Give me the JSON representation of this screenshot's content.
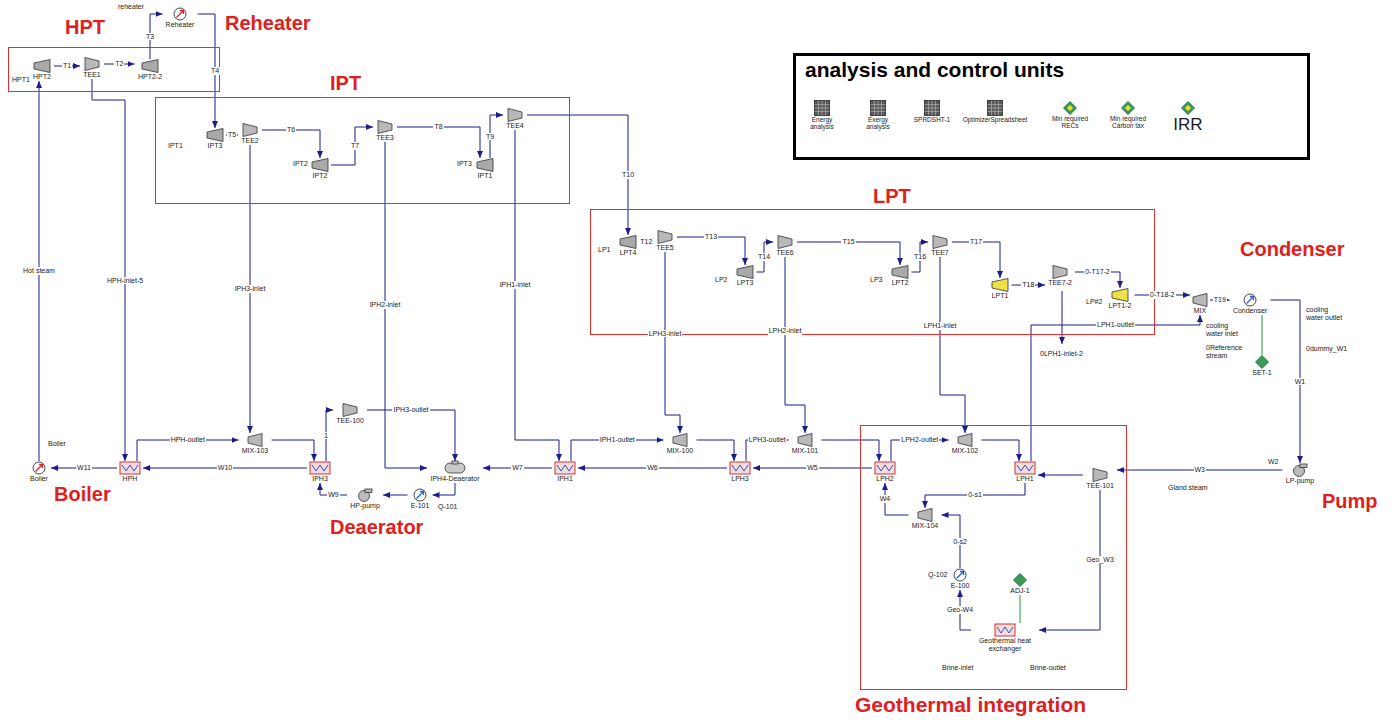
{
  "diagram": {
    "nodes": [
      {
        "text": [
          "HPT"
        ]
      },
      {
        "text": [
          "HPT2"
        ],
        "in": 0
      },
      {
        "text": [
          "TEE1"
        ],
        "in": 0
      },
      {
        "text": [
          "HPT2-2"
        ],
        "in": 0
      },
      {
        "text": [
          "Reheater"
        ]
      },
      {
        "text": [
          "IPT"
        ]
      },
      {
        "text": [
          "IPT3"
        ],
        "in": 5
      },
      {
        "text": [
          "TEE2"
        ],
        "in": 5
      },
      {
        "text": [
          "IPT2"
        ],
        "in": 5
      },
      {
        "text": [
          "TEE3"
        ],
        "in": 5
      },
      {
        "text": [
          "IPT1"
        ],
        "in": 5
      },
      {
        "text": [
          "TEE4"
        ],
        "in": 5
      },
      {
        "text": [
          "analysis and control units"
        ]
      },
      {
        "text": [
          "Energy analysis"
        ],
        "in": 12
      },
      {
        "text": [
          "Exergy analysis"
        ],
        "in": 12
      },
      {
        "text": [
          "SPRDSHT-1"
        ],
        "in": 12
      },
      {
        "text": [
          "OptimizerSpreadsheet"
        ],
        "in": 12
      },
      {
        "text": [
          "Min required RECs"
        ],
        "in": 12
      },
      {
        "text": [
          "Min required Carbon tax"
        ],
        "in": 12
      },
      {
        "text": [
          "IRR"
        ],
        "in": 12
      },
      {
        "text": [
          "LPT"
        ]
      },
      {
        "text": [
          "LPT4"
        ],
        "in": 20
      },
      {
        "text": [
          "TEE5"
        ],
        "in": 20
      },
      {
        "text": [
          "LPT3"
        ],
        "in": 20
      },
      {
        "text": [
          "TEE6"
        ],
        "in": 20
      },
      {
        "text": [
          "LPT2"
        ],
        "in": 20
      },
      {
        "text": [
          "TEE7"
        ],
        "in": 20
      },
      {
        "text": [
          "LPT1"
        ],
        "in": 20
      },
      {
        "text": [
          "TEE7-2"
        ],
        "in": 20
      },
      {
        "text": [
          "LPT1-2"
        ],
        "in": 20
      },
      {
        "text": [
          "MIX"
        ]
      },
      {
        "text": [
          "Condenser"
        ]
      },
      {
        "text": [
          "SET-1"
        ]
      },
      {
        "text": [
          "Boiler"
        ]
      },
      {
        "text": [
          "HPH"
        ]
      },
      {
        "text": [
          "MIX-103"
        ]
      },
      {
        "text": [
          "IPH3"
        ]
      },
      {
        "text": [
          "TEE-100"
        ]
      },
      {
        "text": [
          "IPH4-Deaerator"
        ]
      },
      {
        "text": [
          "E-101"
        ]
      },
      {
        "text": [
          "HP-pump"
        ]
      },
      {
        "text": [
          "IPH1"
        ]
      },
      {
        "text": [
          "MIX-100"
        ]
      },
      {
        "text": [
          "LPH3"
        ]
      },
      {
        "text": [
          "MIX-101"
        ]
      },
      {
        "text": [
          "Geothermal integration"
        ]
      },
      {
        "text": [
          "LPH2"
        ],
        "in": 45
      },
      {
        "text": [
          "MIX-102"
        ],
        "in": 45
      },
      {
        "text": [
          "LPH1"
        ],
        "in": 45
      },
      {
        "text": [
          "TEE-101"
        ],
        "in": 45
      },
      {
        "text": [
          "MIX-104"
        ],
        "in": 45
      },
      {
        "text": [
          "E-100"
        ],
        "in": 45
      },
      {
        "text": [
          "ADJ-1"
        ],
        "in": 45
      },
      {
        "text": [
          "Geothermal heat exchanger"
        ],
        "in": 45
      },
      {
        "text": [
          "LP-pump"
        ]
      }
    ],
    "edges": [
      {
        "from": 33,
        "to": 1,
        "arrow": "to",
        "label": "Hot steam"
      },
      {
        "from": 1,
        "to": 2,
        "arrow": "to",
        "label": "T1"
      },
      {
        "from": 2,
        "to": 3,
        "arrow": "to",
        "label": "T2"
      },
      {
        "from": 2,
        "to": 34,
        "arrow": "to",
        "label": "HPH-inlet-5"
      },
      {
        "from": 3,
        "to": 4,
        "arrow": "to",
        "label": "T3"
      },
      {
        "from": 4,
        "to": 6,
        "arrow": "to",
        "label": "T4"
      },
      {
        "from": 6,
        "to": 7,
        "arrow": "to",
        "label": "T5"
      },
      {
        "from": 7,
        "to": 8,
        "arrow": "to",
        "label": "T6"
      },
      {
        "from": 7,
        "to": 35,
        "arrow": "to",
        "label": "IPH3-inlet"
      },
      {
        "from": 8,
        "to": 9,
        "arrow": "to",
        "label": "T7"
      },
      {
        "from": 9,
        "to": 10,
        "arrow": "to",
        "label": "T8"
      },
      {
        "from": 9,
        "to": 38,
        "arrow": "to",
        "label": "IPH2-inlet"
      },
      {
        "from": 10,
        "to": 11,
        "arrow": "to",
        "label": "T9"
      },
      {
        "from": 11,
        "to": 21,
        "arrow": "to",
        "label": "T10"
      },
      {
        "from": 11,
        "to": 41,
        "arrow": "to",
        "label": "IPH1-inlet"
      },
      {
        "from": 21,
        "to": 22,
        "arrow": "to",
        "label": "T12"
      },
      {
        "from": 22,
        "to": 23,
        "arrow": "to",
        "label": "T13"
      },
      {
        "from": 22,
        "to": 42,
        "arrow": "to",
        "label": "LPH3-inlet"
      },
      {
        "from": 23,
        "to": 24,
        "arrow": "to",
        "label": "T14"
      },
      {
        "from": 24,
        "to": 25,
        "arrow": "to",
        "label": "T15"
      },
      {
        "from": 24,
        "to": 44,
        "arrow": "to",
        "label": "LPH2-inlet"
      },
      {
        "from": 25,
        "to": 26,
        "arrow": "to",
        "label": "T16"
      },
      {
        "from": 26,
        "to": 27,
        "arrow": "to",
        "label": "T17"
      },
      {
        "from": 26,
        "to": 47,
        "arrow": "to",
        "label": "LPH1-inlet"
      },
      {
        "from": 27,
        "to": 28,
        "arrow": "to",
        "label": "T18"
      },
      {
        "from": 28,
        "to": 29,
        "arrow": "to",
        "label": "0-T17-2"
      },
      {
        "from": 29,
        "to": 30,
        "arrow": "to",
        "label": "0-T18-2"
      },
      {
        "from": 30,
        "to": 31,
        "arrow": "to",
        "label": "T19"
      },
      {
        "from": 31,
        "to": 54,
        "arrow": "to",
        "label": "W1"
      },
      {
        "from": 54,
        "to": 49,
        "arrow": "to",
        "label": "W3"
      },
      {
        "from": 49,
        "to": 48,
        "arrow": "to"
      },
      {
        "from": 49,
        "to": 53,
        "arrow": "to",
        "label": "Geo_W3"
      },
      {
        "from": 53,
        "to": 51,
        "arrow": "to",
        "label": "Geo-W4"
      },
      {
        "from": 51,
        "to": 50,
        "arrow": "to",
        "label": "0-s2"
      },
      {
        "from": 48,
        "to": 50,
        "arrow": "to",
        "label": "0-s1"
      },
      {
        "from": 50,
        "to": 46,
        "arrow": "to",
        "label": "W4"
      },
      {
        "from": 46,
        "to": 43,
        "arrow": "to",
        "label": "W5"
      },
      {
        "from": 43,
        "to": 41,
        "arrow": "to",
        "label": "W6"
      },
      {
        "from": 41,
        "to": 38,
        "arrow": "to",
        "label": "W7"
      },
      {
        "from": 38,
        "to": 39,
        "arrow": "to"
      },
      {
        "from": 39,
        "to": 40,
        "arrow": "to"
      },
      {
        "from": 40,
        "to": 36,
        "arrow": "to",
        "label": "W9"
      },
      {
        "from": 36,
        "to": 34,
        "arrow": "to",
        "label": "W10"
      },
      {
        "from": 34,
        "to": 33,
        "arrow": "to",
        "label": "W11"
      },
      {
        "from": 34,
        "to": 35,
        "arrow": "to",
        "label": "HPH-outlet"
      },
      {
        "from": 35,
        "to": 36,
        "arrow": "to"
      },
      {
        "from": 36,
        "to": 37,
        "arrow": "to",
        "label": "1"
      },
      {
        "from": 37,
        "to": 38,
        "arrow": "to",
        "label": "IPH3-outlet"
      },
      {
        "from": 41,
        "to": 42,
        "arrow": "to",
        "label": "IPH1-outlet"
      },
      {
        "from": 42,
        "to": 43,
        "arrow": "to"
      },
      {
        "from": 43,
        "to": 44,
        "arrow": "to",
        "label": "LPH3-outlet"
      },
      {
        "from": 44,
        "to": 46,
        "arrow": "to"
      },
      {
        "from": 46,
        "to": 47,
        "arrow": "to",
        "label": "LPH2-outlet"
      },
      {
        "from": 47,
        "to": 48,
        "arrow": "to"
      },
      {
        "from": 48,
        "to": 30,
        "arrow": "to",
        "label": "LPH1-outlet"
      },
      {
        "from": 52,
        "to": 53,
        "arrow": "none"
      },
      {
        "from": 32,
        "to": 31,
        "arrow": "none"
      }
    ],
    "labels": [
      "Reheater",
      "Condenser",
      "Boiler",
      "Deaerator",
      "Pump",
      "HPT1",
      "reheater",
      "IPT1",
      "IPT2",
      "IPT3",
      "LP1",
      "LP2",
      "LP3",
      "LP#2",
      "Boiler",
      "Q-101",
      "Q-102",
      "0LPH1-inlet-2",
      "Brine-inlet",
      "Brine-outlet",
      "cooling water inlet",
      "cooling water outlet",
      "0Reference stream",
      "0dummy_W1",
      "W2",
      "Gland steam"
    ]
  }
}
